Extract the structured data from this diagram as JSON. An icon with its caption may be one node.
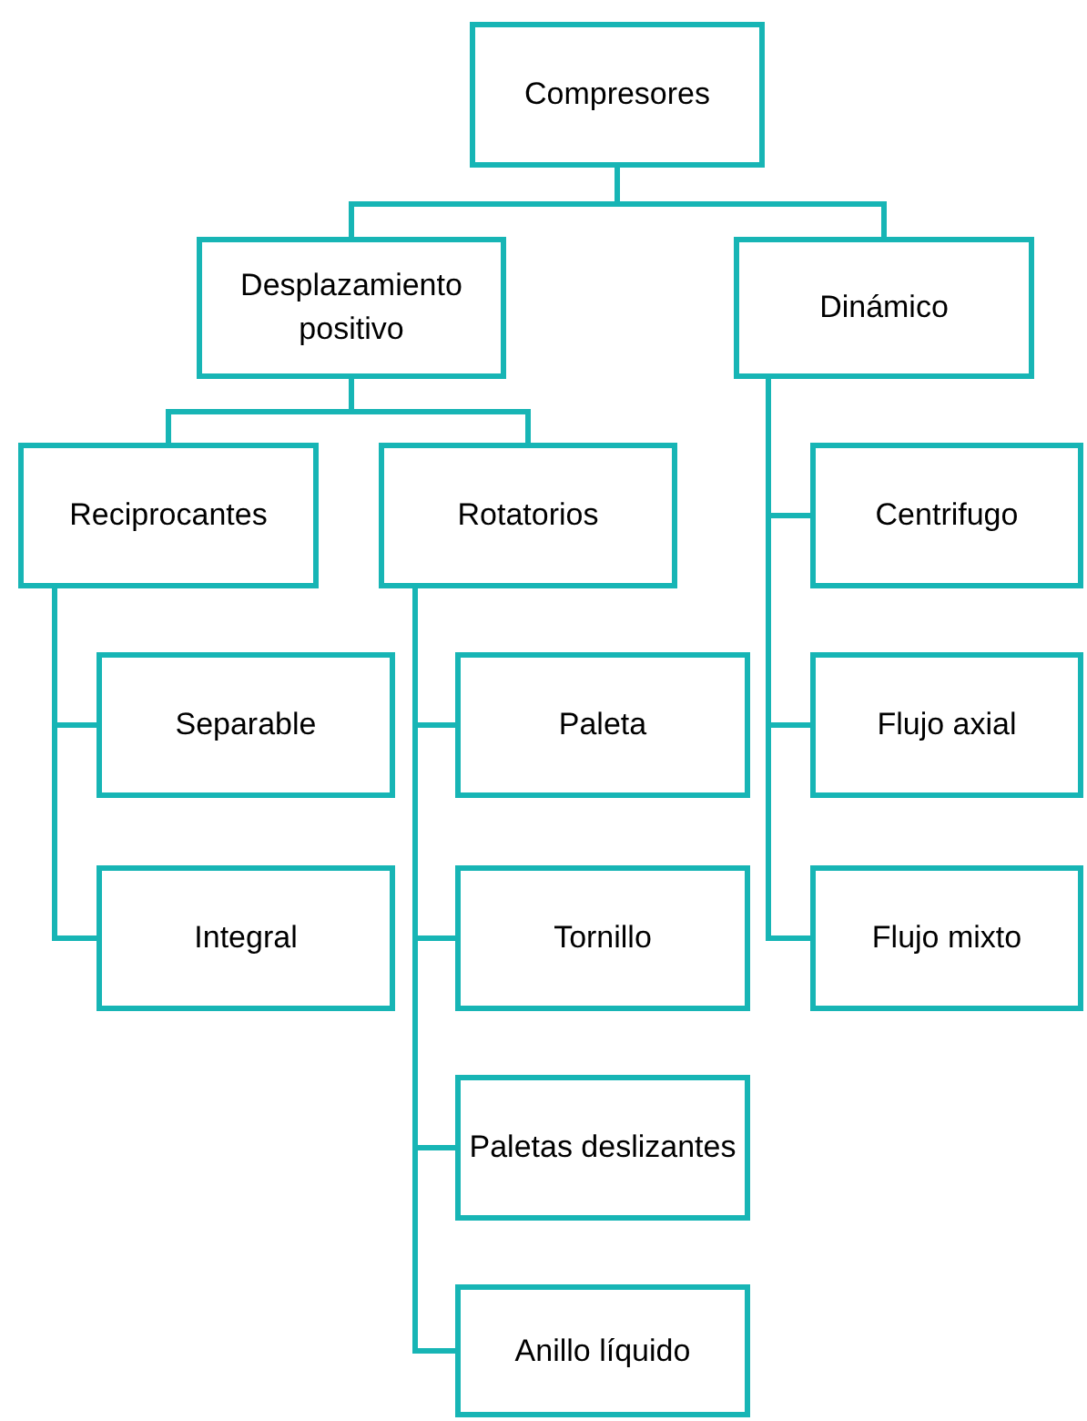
{
  "diagram": {
    "nodes": [
      {
        "text": [
          "Compresores"
        ]
      },
      {
        "text": [
          "Desplazamiento positivo"
        ]
      },
      {
        "text": [
          "Dinámico"
        ]
      },
      {
        "text": [
          "Reciprocantes"
        ]
      },
      {
        "text": [
          "Rotatorios"
        ]
      },
      {
        "text": [
          "Separable"
        ]
      },
      {
        "text": [
          "Integral"
        ]
      },
      {
        "text": [
          "Paleta"
        ]
      },
      {
        "text": [
          "Tornillo"
        ]
      },
      {
        "text": [
          "Paletas deslizantes"
        ]
      },
      {
        "text": [
          "Anillo líquido"
        ]
      },
      {
        "text": [
          "Centrifugo"
        ]
      },
      {
        "text": [
          "Flujo axial"
        ]
      },
      {
        "text": [
          "Flujo mixto"
        ]
      }
    ],
    "edges": [
      {
        "from": 0,
        "to": 1,
        "arrow": "none"
      },
      {
        "from": 0,
        "to": 2,
        "arrow": "none"
      },
      {
        "from": 1,
        "to": 3,
        "arrow": "none"
      },
      {
        "from": 1,
        "to": 4,
        "arrow": "none"
      },
      {
        "from": 3,
        "to": 5,
        "arrow": "none"
      },
      {
        "from": 3,
        "to": 6,
        "arrow": "none"
      },
      {
        "from": 4,
        "to": 7,
        "arrow": "none"
      },
      {
        "from": 4,
        "to": 8,
        "arrow": "none"
      },
      {
        "from": 4,
        "to": 9,
        "arrow": "none"
      },
      {
        "from": 4,
        "to": 10,
        "arrow": "none"
      },
      {
        "from": 2,
        "to": 11,
        "arrow": "none"
      },
      {
        "from": 2,
        "to": 12,
        "arrow": "none"
      },
      {
        "from": 2,
        "to": 13,
        "arrow": "none"
      }
    ]
  }
}
